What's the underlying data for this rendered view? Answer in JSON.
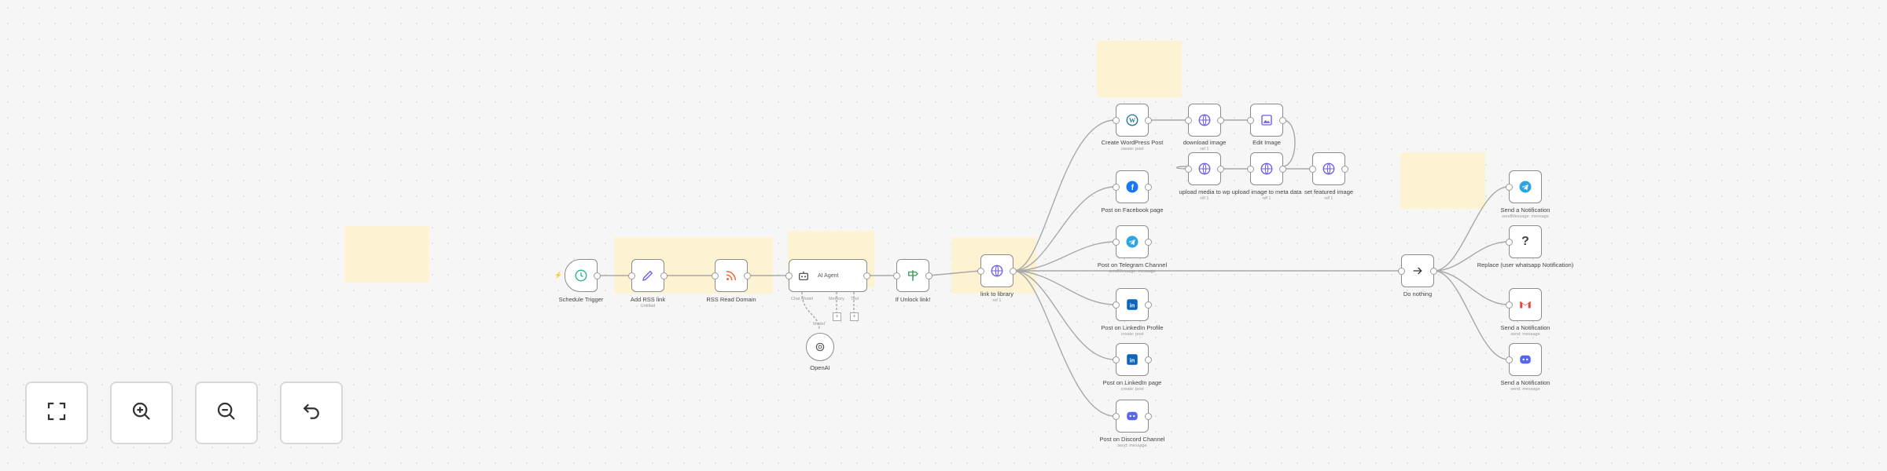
{
  "workflow": {
    "nodes": [
      {
        "id": "schedule",
        "label": "Schedule Trigger",
        "sub": "",
        "icon": "clock-icon"
      },
      {
        "id": "addrss",
        "label": "Add RSS link",
        "sub": "Untitled",
        "icon": "pencil-icon"
      },
      {
        "id": "rss",
        "label": "RSS Read Domain",
        "sub": "",
        "icon": "rss-icon"
      },
      {
        "id": "agent",
        "label": "AI Agent",
        "sub": "",
        "icon": "robot-icon"
      },
      {
        "id": "unlock",
        "label": "If Unlock link!",
        "sub": "",
        "icon": "signpost-icon"
      },
      {
        "id": "linktolib",
        "label": "link to library",
        "sub": "ref 1",
        "icon": "globe-icon"
      },
      {
        "id": "openai",
        "label": "OpenAI",
        "sub": "",
        "icon": "openai-icon"
      },
      {
        "id": "wordpress",
        "label": "Create WordPress Post",
        "sub": "create: post",
        "icon": "wordpress-icon"
      },
      {
        "id": "download",
        "label": "download image",
        "sub": "ref 1",
        "icon": "globe-icon"
      },
      {
        "id": "edit",
        "label": "Edit Image",
        "sub": "",
        "icon": "image-icon"
      },
      {
        "id": "upload",
        "label": "upload media to wp",
        "sub": "ref 1",
        "icon": "globe-icon"
      },
      {
        "id": "uploadwhite",
        "label": "upload image to meta data",
        "sub": "ref 1",
        "icon": "globe-icon"
      },
      {
        "id": "featured",
        "label": "set featured image",
        "sub": "ref 1",
        "icon": "globe-icon"
      },
      {
        "id": "facebook",
        "label": "Post on Facebook page",
        "sub": "",
        "icon": "facebook-icon"
      },
      {
        "id": "telegram",
        "label": "Post on Telegram Channel",
        "sub": "sendMessage: message",
        "icon": "telegram-icon"
      },
      {
        "id": "linkedinprofile",
        "label": "Post on LinkedIn Profile",
        "sub": "create: post",
        "icon": "linkedin-icon"
      },
      {
        "id": "linkedinpage",
        "label": "Post on LinkedIn page",
        "sub": "create: post",
        "icon": "linkedin-icon"
      },
      {
        "id": "discord",
        "label": "Post on Discord Channel",
        "sub": "send: message",
        "icon": "discord-icon"
      },
      {
        "id": "donothing",
        "label": "Do nothing",
        "sub": "",
        "icon": "arrow-right-icon"
      },
      {
        "id": "notif_telegram",
        "label": "Send a Notification",
        "sub": "sendMessage: message",
        "icon": "telegram-icon"
      },
      {
        "id": "notif_unknown",
        "label": "Replace (user whatsapp Notification)",
        "sub": "",
        "icon": "question-icon"
      },
      {
        "id": "notif_gmail",
        "label": "Send a Notification",
        "sub": "send: message",
        "icon": "gmail-icon"
      },
      {
        "id": "notif_discord",
        "label": "Send a Notification",
        "sub": "send: message",
        "icon": "discord-icon"
      }
    ],
    "agent_ports": {
      "model": "Chat Model",
      "memory": "Memory",
      "tool": "Tool"
    },
    "model_sub": "Model"
  },
  "controls": [
    {
      "name": "fit-view-button",
      "icon": "fit-view-icon"
    },
    {
      "name": "zoom-in-button",
      "icon": "zoom-in-icon"
    },
    {
      "name": "zoom-out-button",
      "icon": "zoom-out-icon"
    },
    {
      "name": "reset-button",
      "icon": "undo-icon"
    }
  ],
  "colors": {
    "canvas": "#f6f6f6",
    "sticky": "#fdf3d2",
    "edge": "#a8a8a8",
    "node_border": "#8c8c8c",
    "trigger": "#ff6d5a",
    "clock": "#35b99b",
    "pencil": "#6b5cf6",
    "rss": "#f26b3a",
    "globe": "#6a5de0",
    "wordpress": "#21759b",
    "facebook": "#1877f2",
    "telegram": "#2aa5e0",
    "linkedin": "#0a66c2",
    "discord": "#5865f2",
    "gmail_red": "#ea4335",
    "signpost": "#3a9d55"
  }
}
